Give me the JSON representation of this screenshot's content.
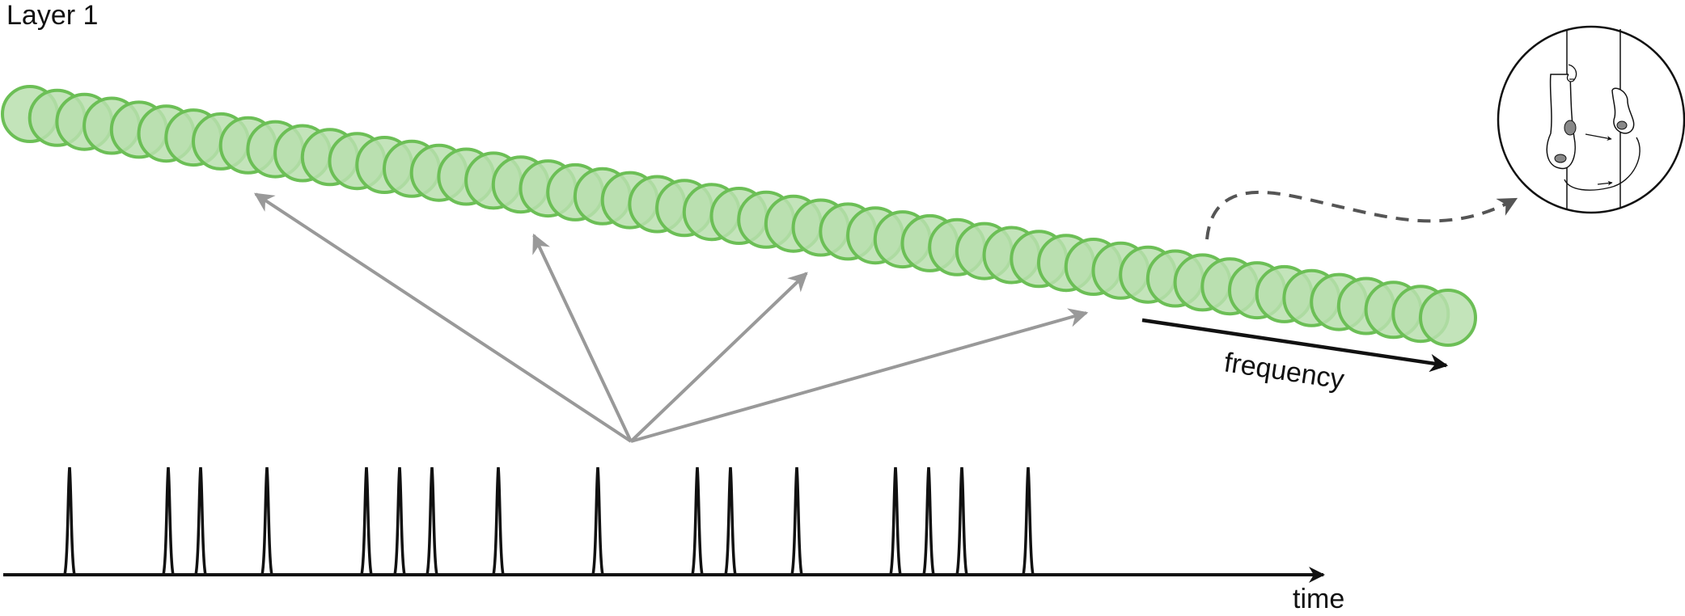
{
  "title": "Layer 1",
  "labels": {
    "frequency": "frequency",
    "time": "time"
  },
  "colors": {
    "circle_fill": "#b9dfae",
    "circle_stroke": "#6cbf56",
    "arrow_gray": "#999999",
    "ink": "#111111",
    "dashed": "#555555"
  },
  "icons": {
    "inset": "neuron-schematic-icon"
  },
  "chart_data": {
    "type": "diagram",
    "oscillator_count": 53,
    "spike_count": 16,
    "fan_out_arrows": 4
  }
}
